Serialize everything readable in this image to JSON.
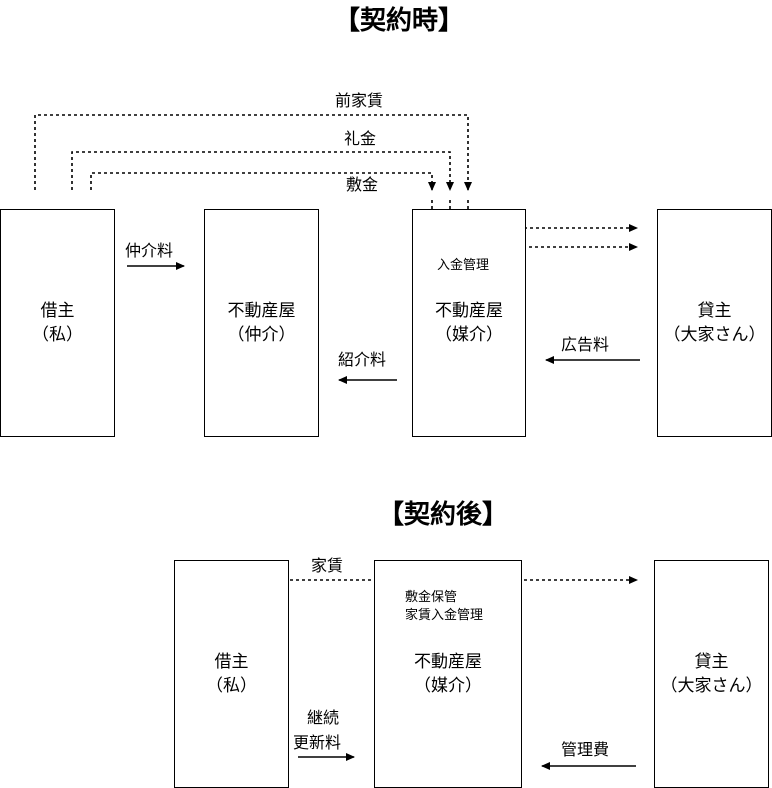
{
  "sections": {
    "signing": {
      "title": "【契約時】",
      "tenant": {
        "line1": "借主",
        "line2": "（私）"
      },
      "agent_broker": {
        "line1": "不動産屋",
        "line2": "（仲介）"
      },
      "agent_intermediary": {
        "line1": "不動産屋",
        "line2": "（媒介）"
      },
      "landlord": {
        "line1": "貸主",
        "line2": "（大家さん）"
      },
      "flows": {
        "advance_rent": "前家賃",
        "key_money": "礼金",
        "deposit": "敷金",
        "brokerage_fee": "仲介料",
        "referral_fee": "紹介料",
        "ad_fee": "広告料"
      },
      "payment_management": "入金管理"
    },
    "after": {
      "title": "【契約後】",
      "tenant": {
        "line1": "借主",
        "line2": "（私）"
      },
      "agent": {
        "line1": "不動産屋",
        "line2": "（媒介）"
      },
      "landlord": {
        "line1": "貸主",
        "line2": "（大家さん）"
      },
      "flows": {
        "rent": "家賃",
        "renewal_line1": "継続",
        "renewal_line2": "更新料",
        "management_fee": "管理費"
      },
      "custody_line1": "敷金保管",
      "custody_line2": "家賃入金管理"
    }
  }
}
